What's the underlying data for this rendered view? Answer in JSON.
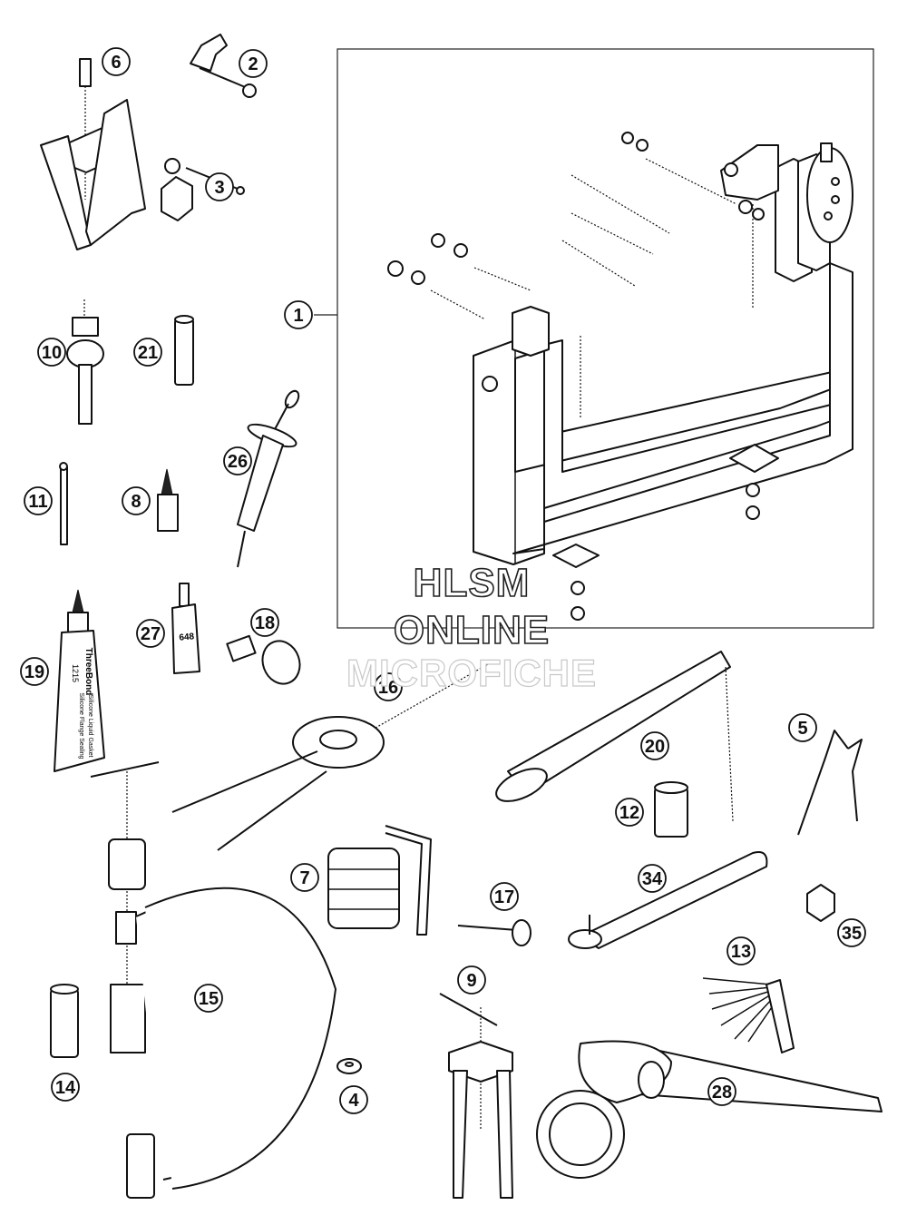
{
  "callouts": [
    {
      "id": "1",
      "label": "1"
    },
    {
      "id": "2",
      "label": "2"
    },
    {
      "id": "3",
      "label": "3"
    },
    {
      "id": "4",
      "label": "4"
    },
    {
      "id": "5",
      "label": "5"
    },
    {
      "id": "6",
      "label": "6"
    },
    {
      "id": "7",
      "label": "7"
    },
    {
      "id": "8",
      "label": "8"
    },
    {
      "id": "9",
      "label": "9"
    },
    {
      "id": "10",
      "label": "10"
    },
    {
      "id": "11",
      "label": "11"
    },
    {
      "id": "12",
      "label": "12"
    },
    {
      "id": "13",
      "label": "13"
    },
    {
      "id": "14",
      "label": "14"
    },
    {
      "id": "15",
      "label": "15"
    },
    {
      "id": "16",
      "label": "16"
    },
    {
      "id": "17",
      "label": "17"
    },
    {
      "id": "18",
      "label": "18"
    },
    {
      "id": "19",
      "label": "19"
    },
    {
      "id": "20",
      "label": "20"
    },
    {
      "id": "21",
      "label": "21"
    },
    {
      "id": "26",
      "label": "26"
    },
    {
      "id": "27",
      "label": "27"
    },
    {
      "id": "28",
      "label": "28"
    },
    {
      "id": "34",
      "label": "34"
    },
    {
      "id": "35",
      "label": "35"
    }
  ],
  "product_labels": {
    "tube_brand": "ThreeBond",
    "tube_number": "1215",
    "tube_text_1": "Silicone Liquid Gasket",
    "tube_text_2": "Silicone Flange Sealing",
    "bottle_label": "648"
  },
  "watermark": {
    "line1": "HLSM",
    "line2": "ONLINE",
    "line3": "MICROFICHE"
  }
}
